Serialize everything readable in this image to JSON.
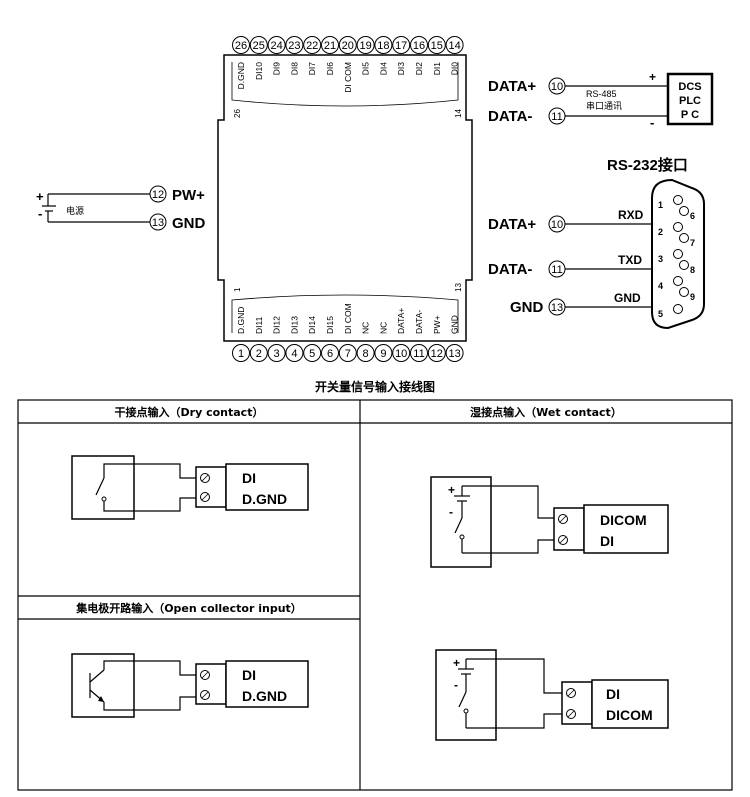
{
  "module": {
    "top_pins": [
      "26",
      "25",
      "24",
      "23",
      "22",
      "21",
      "20",
      "19",
      "18",
      "17",
      "16",
      "15",
      "14"
    ],
    "top_labels": [
      "D.GND",
      "DI10",
      "DI9",
      "DI8",
      "DI7",
      "DI6",
      "DI COM",
      "DI5",
      "DI4",
      "DI3",
      "DI2",
      "DI1",
      "DI0"
    ],
    "top_left_index": "26",
    "top_right_index": "14",
    "bottom_pins": [
      "1",
      "2",
      "3",
      "4",
      "5",
      "6",
      "7",
      "8",
      "9",
      "10",
      "11",
      "12",
      "13"
    ],
    "bottom_labels": [
      "D.GND",
      "DI11",
      "DI12",
      "DI13",
      "DI14",
      "DI15",
      "DI COM",
      "NC",
      "NC",
      "DATA+",
      "DATA-",
      "PW+",
      "GND"
    ],
    "bottom_left_index": "1",
    "bottom_right_index": "13"
  },
  "power": {
    "plus": "+",
    "minus": "-",
    "label": "电源",
    "pw_pin": "12",
    "pw_label": "PW+",
    "gnd_pin": "13",
    "gnd_label": "GND"
  },
  "rs485": {
    "data_plus_label": "DATA+",
    "data_plus_pin": "10",
    "data_minus_label": "DATA-",
    "data_minus_pin": "11",
    "bus_name": "RS-485",
    "bus_desc": "串口通讯",
    "plus": "+",
    "minus": "-",
    "device_lines": [
      "DCS",
      "PLC",
      "P C"
    ]
  },
  "rs232": {
    "title": "RS-232接口",
    "data_plus_label": "DATA+",
    "data_plus_pin": "10",
    "data_minus_label": "DATA-",
    "data_minus_pin": "11",
    "gnd_label": "GND",
    "gnd_pin": "13",
    "rxd": "RXD",
    "txd": "TXD",
    "gnd": "GND",
    "db9_pins": [
      "1",
      "2",
      "3",
      "4",
      "5",
      "6",
      "7",
      "8",
      "9"
    ]
  },
  "wiring": {
    "title": "开关量信号输入接线图",
    "dry_title": "干接点输入（Dry contact）",
    "wet_title": "湿接点输入（Wet contact）",
    "oc_title": "集电极开路输入（Open collector input）",
    "dry_terms": [
      "DI",
      "D.GND"
    ],
    "wet_terms": [
      "DICOM",
      "DI"
    ],
    "oc_terms": [
      "DI",
      "D.GND"
    ],
    "wet2_terms": [
      "DI",
      "DICOM"
    ],
    "plus": "+",
    "minus": "-"
  }
}
